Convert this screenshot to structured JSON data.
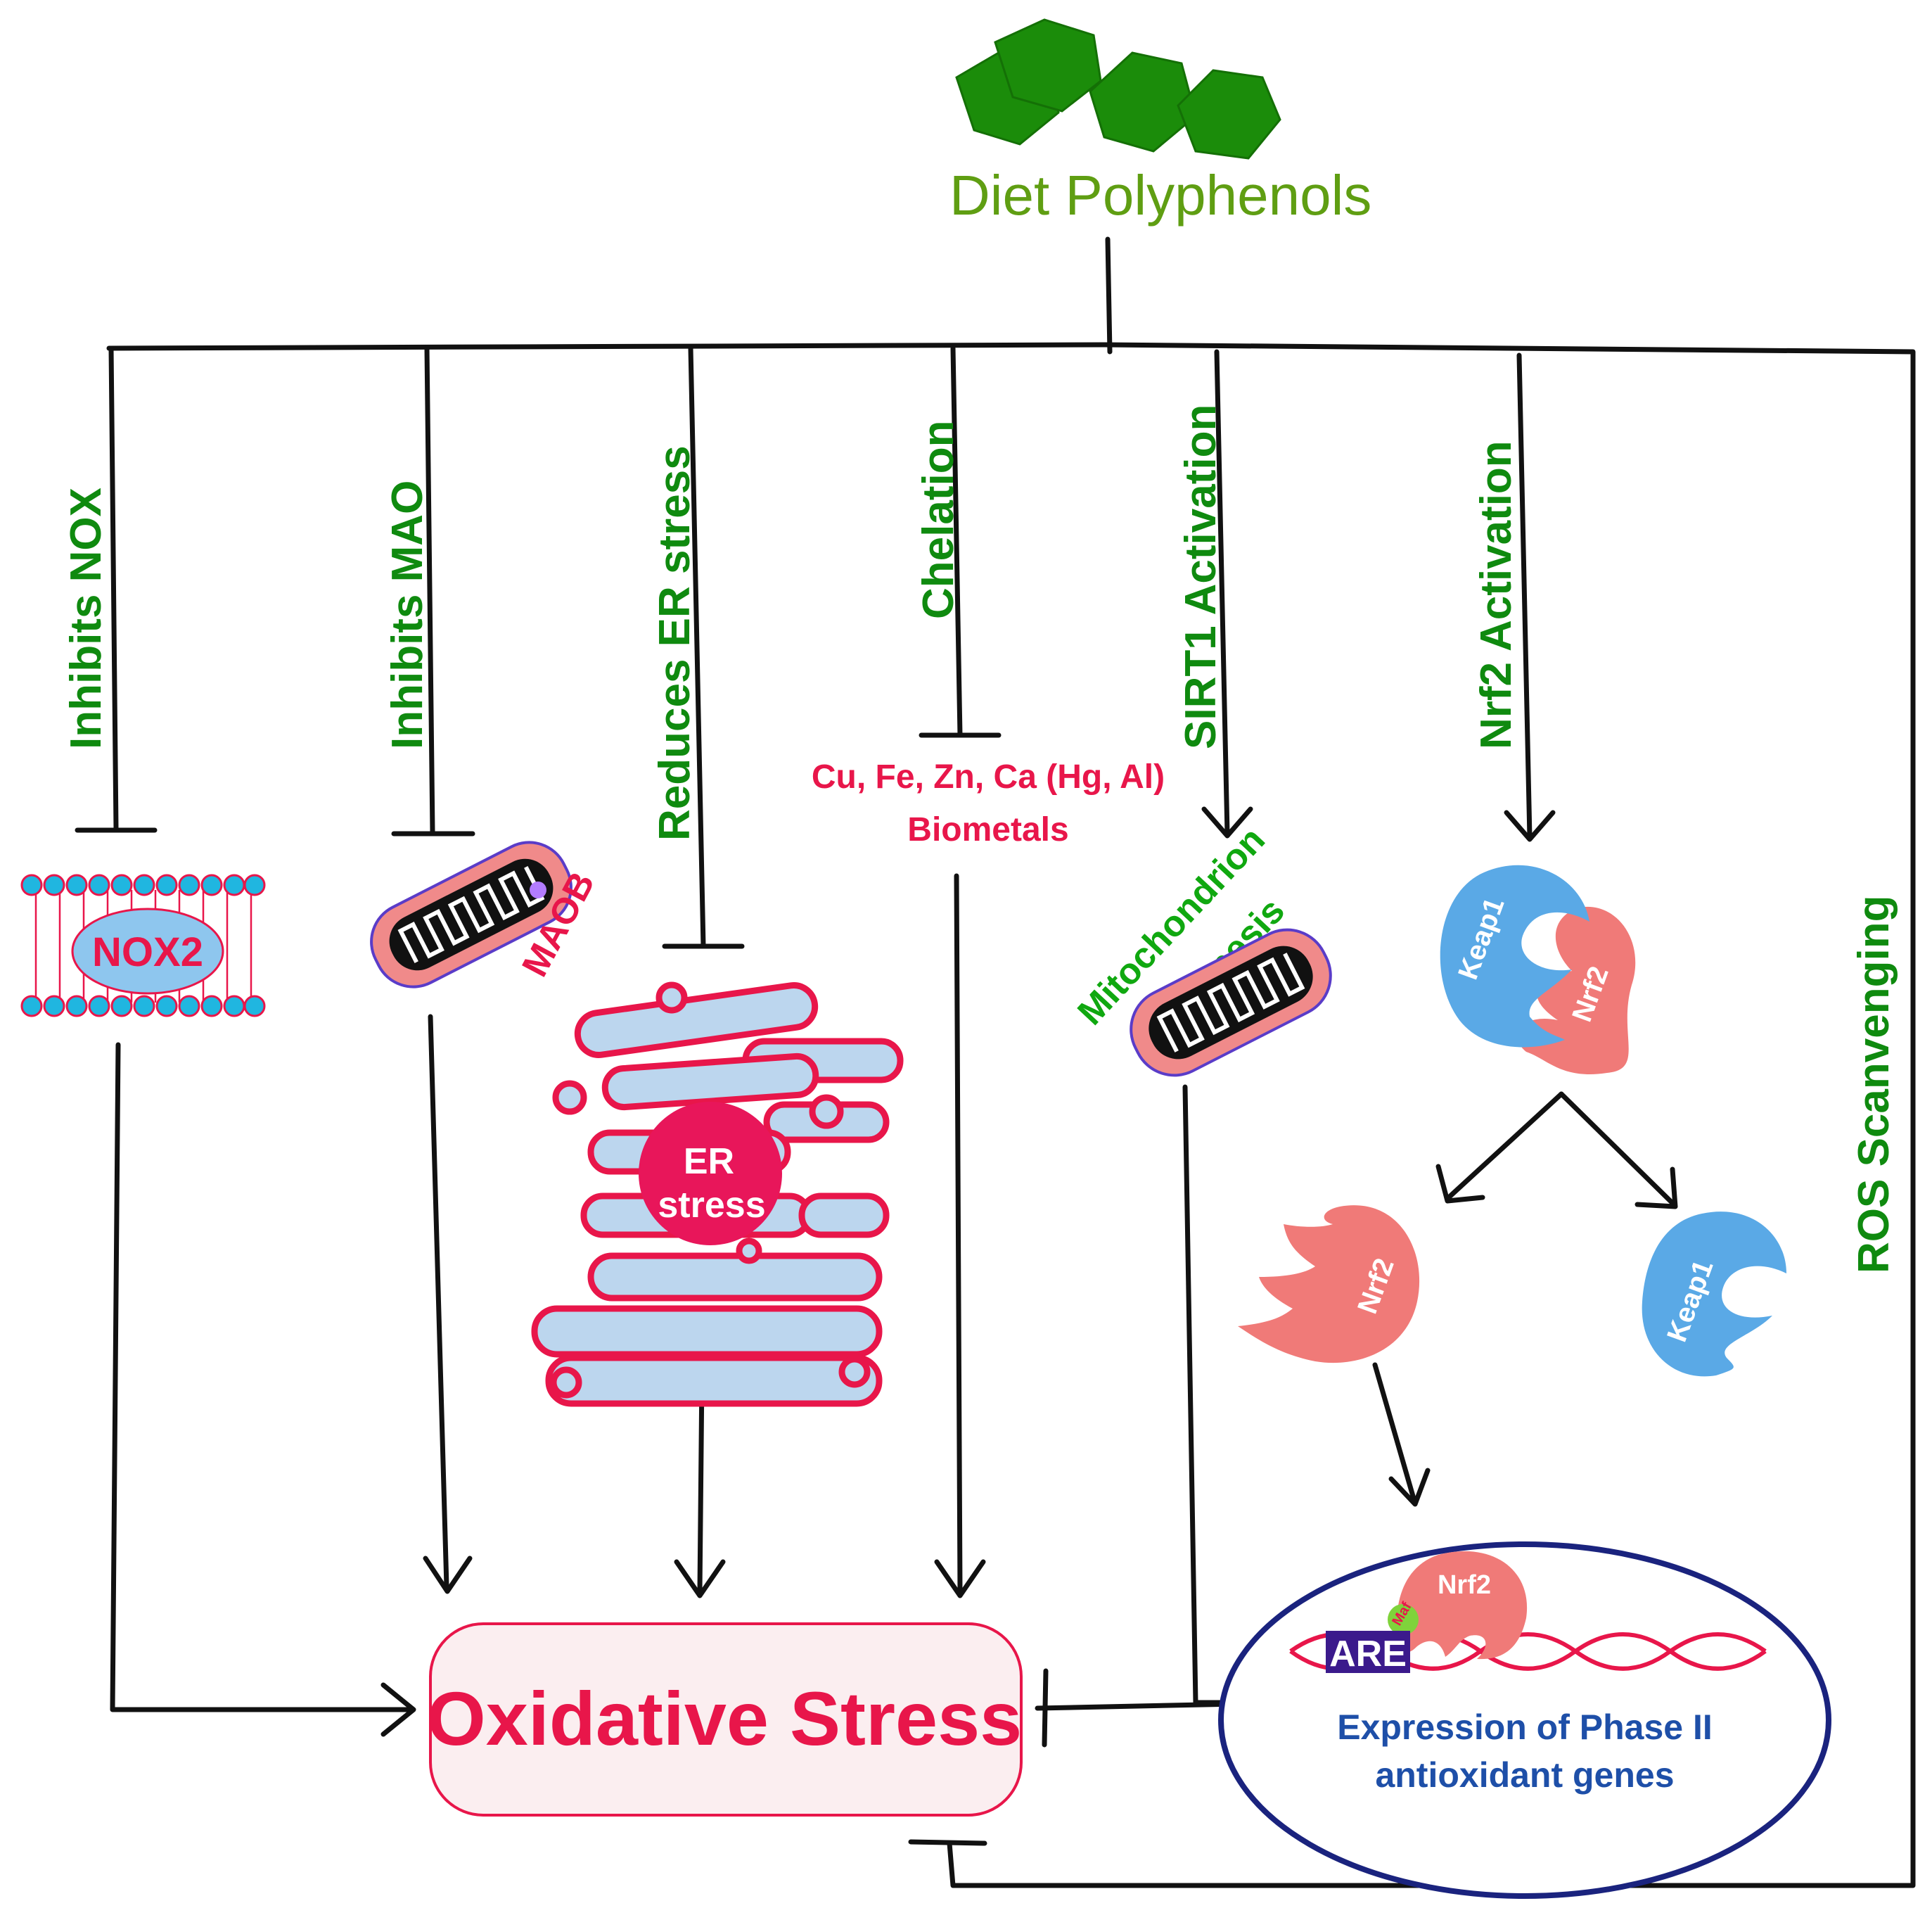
{
  "title": "Diet Polyphenols",
  "mechanisms": {
    "inhibits_nox": "Inhibits NOX",
    "inhibits_mao": "Inhibits MAO",
    "reduces_er": "Reduces ER stress",
    "chelation": "Chelation",
    "sirt1": "SIRT1 Activation",
    "nrf2": "Nrf2 Activation",
    "ros": "ROS Scanvenging"
  },
  "targets": {
    "nox2": "NOX2",
    "maob": "MAOB",
    "er_stress_line1": "ER",
    "er_stress_line2": "stress",
    "metals_line1": "Cu, Fe, Zn, Ca (Hg, Al)",
    "metals_line2": "Biometals",
    "mito_line1": "Mitochondrion",
    "mito_line2": "Biogenesis"
  },
  "nrf2_pathway": {
    "keap1": "Keap1",
    "nrf2": "Nrf2",
    "maf": "Maf",
    "are": "ARE",
    "expression_line1": "Expression of Phase II",
    "expression_line2": "antioxidant genes"
  },
  "outcome": "Oxidative Stress",
  "colors": {
    "green_text": "#0f8a0f",
    "title_green": "#5f9e12",
    "red": "#e8164a",
    "blue_protein": "#5aa9e6",
    "salmon_protein": "#f07a78",
    "er_blue": "#bcd6ee",
    "nucleus_border": "#1a237e",
    "are_box": "#3b1a8c",
    "hexagon": "#1b8c0a"
  }
}
